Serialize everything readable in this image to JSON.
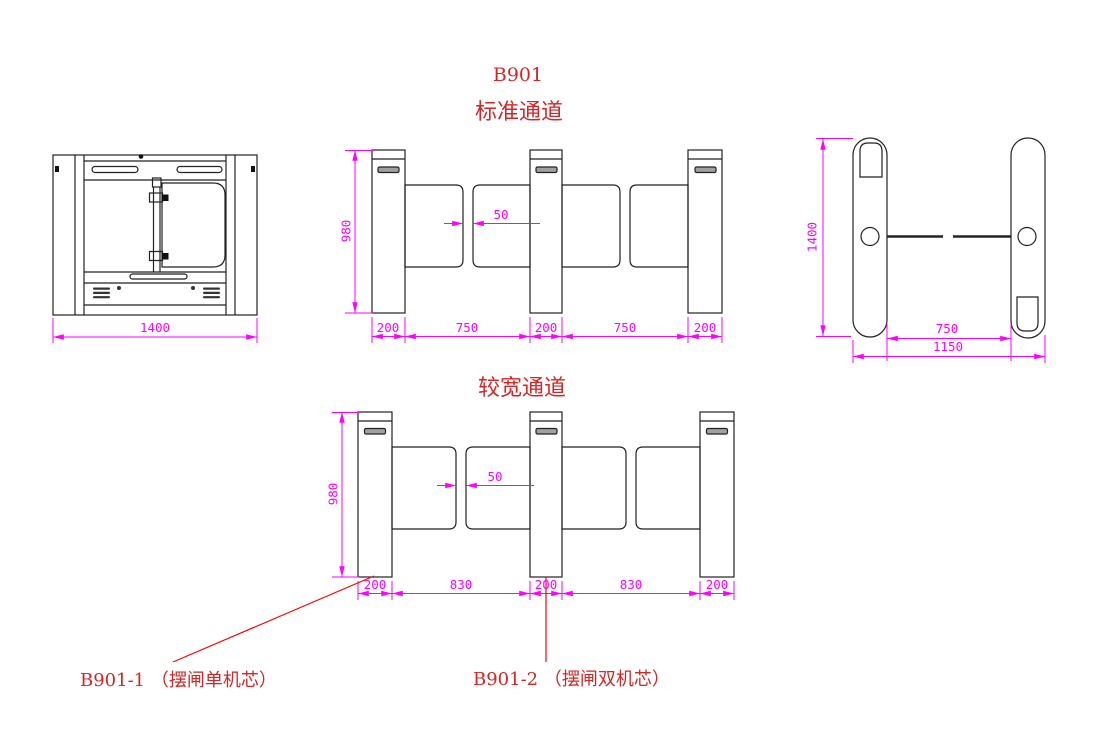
{
  "titles": {
    "model": "B901",
    "standard_channel": "标准通道",
    "wide_channel": "较宽通道"
  },
  "front_view": {
    "overall_width": "1400"
  },
  "standard_channel": {
    "height": "980",
    "wing_gap": "50",
    "bottom_dims": [
      "200",
      "750",
      "200",
      "750",
      "200"
    ]
  },
  "plan_view": {
    "height": "1400",
    "passage_width": "750",
    "overall_width": "1150"
  },
  "wide_channel": {
    "height": "980",
    "wing_gap": "50",
    "bottom_dims": [
      "200",
      "830",
      "200",
      "830",
      "200"
    ]
  },
  "callouts": {
    "single_core": "B901-1 （摆闸单机芯）",
    "double_core": "B901-2 （摆闸双机芯）"
  },
  "colors": {
    "dimension_magenta": "#ff00ff",
    "label_red": "#d42626",
    "leader_red": "#ff0000",
    "line_black": "#222222"
  }
}
